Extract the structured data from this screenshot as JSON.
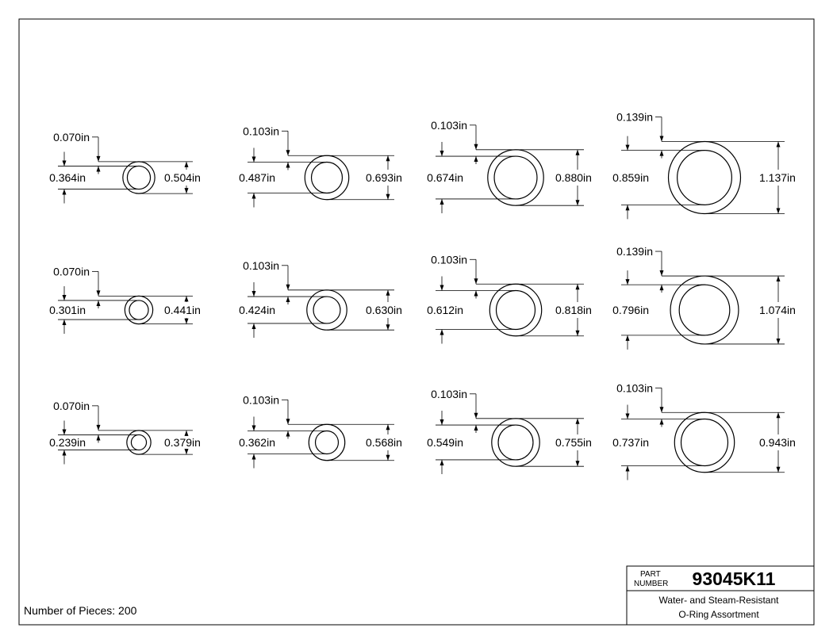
{
  "title_block": {
    "part_label_line1": "PART",
    "part_label_line2": "NUMBER",
    "part_number": "93045K11",
    "description_line1": "Water- and Steam-Resistant",
    "description_line2": "O-Ring Assortment"
  },
  "pieces_note": "Number of Pieces: 200",
  "rings": [
    {
      "row": 0,
      "col": 0,
      "cross_section": "0.070in",
      "inner_diameter": "0.364in",
      "outer_diameter": "0.504in",
      "id_value": 0.364,
      "od_value": 0.504
    },
    {
      "row": 0,
      "col": 1,
      "cross_section": "0.103in",
      "inner_diameter": "0.487in",
      "outer_diameter": "0.693in",
      "id_value": 0.487,
      "od_value": 0.693
    },
    {
      "row": 0,
      "col": 2,
      "cross_section": "0.103in",
      "inner_diameter": "0.674in",
      "outer_diameter": "0.880in",
      "id_value": 0.674,
      "od_value": 0.88
    },
    {
      "row": 0,
      "col": 3,
      "cross_section": "0.139in",
      "inner_diameter": "0.859in",
      "outer_diameter": "1.137in",
      "id_value": 0.859,
      "od_value": 1.137
    },
    {
      "row": 1,
      "col": 0,
      "cross_section": "0.070in",
      "inner_diameter": "0.301in",
      "outer_diameter": "0.441in",
      "id_value": 0.301,
      "od_value": 0.441
    },
    {
      "row": 1,
      "col": 1,
      "cross_section": "0.103in",
      "inner_diameter": "0.424in",
      "outer_diameter": "0.630in",
      "id_value": 0.424,
      "od_value": 0.63
    },
    {
      "row": 1,
      "col": 2,
      "cross_section": "0.103in",
      "inner_diameter": "0.612in",
      "outer_diameter": "0.818in",
      "id_value": 0.612,
      "od_value": 0.818
    },
    {
      "row": 1,
      "col": 3,
      "cross_section": "0.139in",
      "inner_diameter": "0.796in",
      "outer_diameter": "1.074in",
      "id_value": 0.796,
      "od_value": 1.074
    },
    {
      "row": 2,
      "col": 0,
      "cross_section": "0.070in",
      "inner_diameter": "0.239in",
      "outer_diameter": "0.379in",
      "id_value": 0.239,
      "od_value": 0.379
    },
    {
      "row": 2,
      "col": 1,
      "cross_section": "0.103in",
      "inner_diameter": "0.362in",
      "outer_diameter": "0.568in",
      "id_value": 0.362,
      "od_value": 0.568
    },
    {
      "row": 2,
      "col": 2,
      "cross_section": "0.103in",
      "inner_diameter": "0.549in",
      "outer_diameter": "0.755in",
      "id_value": 0.549,
      "od_value": 0.755
    },
    {
      "row": 2,
      "col": 3,
      "cross_section": "0.103in",
      "inner_diameter": "0.737in",
      "outer_diameter": "0.943in",
      "id_value": 0.737,
      "od_value": 0.943
    }
  ]
}
